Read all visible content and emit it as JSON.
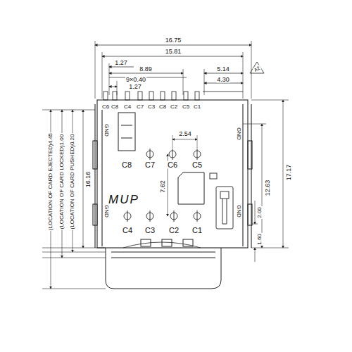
{
  "diagram": {
    "labels": [
      "16.75",
      "15.81",
      "1.27",
      "8.89",
      "5.14",
      "9×0.40",
      "1.27",
      "4.30",
      "A2",
      "C6",
      "C8",
      "C4",
      "C7",
      "C3",
      "C8",
      "C2",
      "C5",
      "C1",
      "GND",
      "GND",
      "GND",
      "GND",
      "2.54",
      "C8",
      "C7",
      "C6",
      "C5",
      "MUP",
      "7.62",
      "C4",
      "C3",
      "C2",
      "C1",
      "12.63",
      "17.17",
      "2.00",
      "1.60",
      "16.16",
      "(LOCATION OF CARD EJECTED)4.45",
      "(LOCATION OF CARD LOCKED)1.00",
      "(LOCATION OF CARD PUSHED)0.20"
    ]
  }
}
